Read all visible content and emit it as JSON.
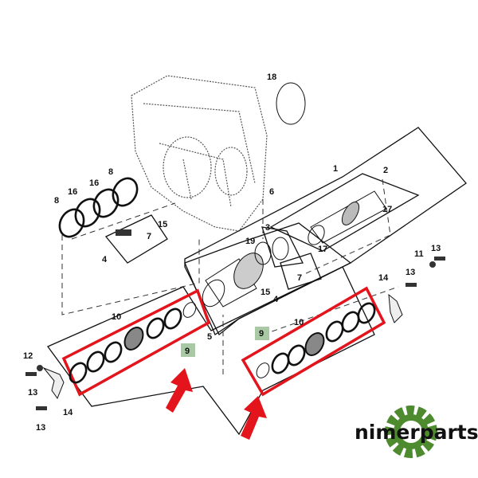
{
  "diagram": {
    "callouts": [
      "18",
      "1",
      "2",
      "8",
      "16",
      "16",
      "8",
      "6",
      "19",
      "3",
      "15",
      "7",
      "17",
      "17",
      "4",
      "7",
      "15",
      "4",
      "11",
      "13",
      "13",
      "14",
      "5",
      "10",
      "9",
      "10",
      "9",
      "12",
      "13",
      "14",
      "13"
    ],
    "highlight_color": "#e3141b",
    "kit_label_color": "#a9c9a4",
    "highlighted_kit": "9"
  },
  "logo": {
    "text": "nimerparts",
    "gear_color": "#4e8b2f"
  }
}
